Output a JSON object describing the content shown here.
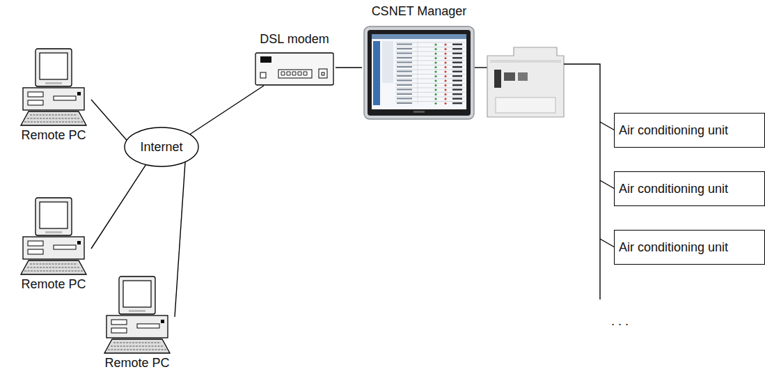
{
  "diagram": {
    "nodes": [
      {
        "text": [
          "Remote PC"
        ]
      },
      {
        "text": [
          "Remote PC"
        ]
      },
      {
        "text": [
          "Remote PC"
        ]
      },
      {
        "text": [
          "Internet"
        ]
      },
      {
        "text": [
          "DSL modem"
        ]
      },
      {
        "text": [
          "CSNET Manager"
        ]
      },
      {
        "text": [
          "Air conditioning unit"
        ]
      },
      {
        "text": [
          "Air conditioning unit"
        ]
      },
      {
        "text": [
          "Air conditioning unit"
        ]
      }
    ],
    "edges": [
      {
        "from": 0,
        "to": 3,
        "arrow": "none"
      },
      {
        "from": 1,
        "to": 3,
        "arrow": "none"
      },
      {
        "from": 2,
        "to": 3,
        "arrow": "none"
      },
      {
        "from": 3,
        "to": 4,
        "arrow": "none"
      },
      {
        "from": 4,
        "to": 5,
        "arrow": "none"
      }
    ],
    "labels": [
      ". . ."
    ]
  }
}
